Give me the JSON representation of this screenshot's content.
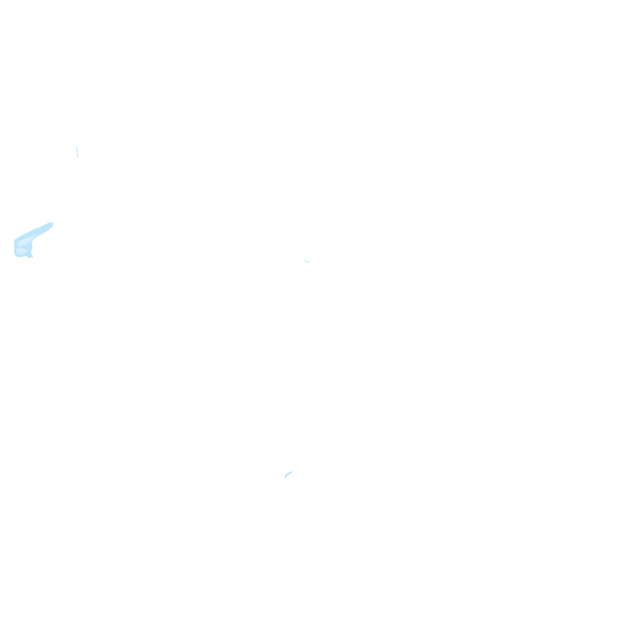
{
  "map": {
    "background_color": "#ffffff",
    "feature_color": "#bde6fb",
    "feature_color_light": "#d6effc",
    "features": [
      {
        "name": "water-streak-north"
      },
      {
        "name": "water-patch-west"
      },
      {
        "name": "water-fleck-center"
      },
      {
        "name": "water-fleck-south"
      }
    ]
  }
}
